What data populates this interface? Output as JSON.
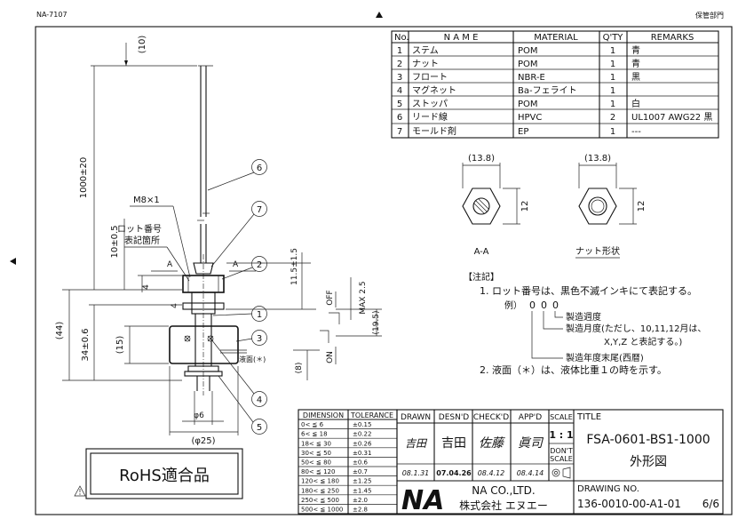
{
  "corner": {
    "top_left": "NA-7107",
    "top_right": "保管部門"
  },
  "parts_table": {
    "headers": [
      "No.",
      "N A M E",
      "MATERIAL",
      "Q'TY",
      "REMARKS"
    ],
    "rows": [
      [
        "1",
        "ステム",
        "POM",
        "1",
        "青"
      ],
      [
        "2",
        "ナット",
        "POM",
        "1",
        "青"
      ],
      [
        "3",
        "フロート",
        "NBR-E",
        "1",
        "黒"
      ],
      [
        "4",
        "マグネット",
        "Ba-フェライト",
        "1",
        ""
      ],
      [
        "5",
        "ストッパ",
        "POM",
        "1",
        "白"
      ],
      [
        "6",
        "リード線",
        "HPVC",
        "2",
        "UL1007 AWG22 黒"
      ],
      [
        "7",
        "モールド剤",
        "EP",
        "1",
        "---"
      ]
    ]
  },
  "views": {
    "aa_label": "A-A",
    "nut_label": "ナット形状",
    "width_dim": "(13.8)",
    "height_dim": "12"
  },
  "notes": {
    "header": "【注記】",
    "n1": "1.  ロット番号は、黒色不滅インキにて表記する。",
    "example": "例）",
    "digits": [
      "0",
      "0",
      "0"
    ],
    "l1": "製造週度",
    "l2": "製造月度(ただし、10,11,12月は、",
    "l3": "X,Y,Z と表記する。)",
    "l4": "製造年度末尾(西暦)",
    "n2": "2.  液面（＊）は、液体比重１の時を示す。"
  },
  "main_view": {
    "d_10": "(10)",
    "d_1000": "1000±20",
    "d_10_5": "10±0.5",
    "d_44": "(44)",
    "d_34": "34±0.6",
    "d_15": "(15)",
    "d_4a": "4",
    "d_4b": "4",
    "d_11_5": "11.5±1.5",
    "d_max": "MAX 2.5",
    "d_19_5": "(19.5)",
    "d_8": "(8)",
    "d_phi6": "φ6",
    "d_phi25": "(φ25)",
    "thread": "M8×1",
    "lot_l1": "ロット番号",
    "lot_l2": "表記箇所",
    "sec_a": "A",
    "off": "OFF",
    "on": "ON",
    "liquid": "液面(＊)",
    "callouts": [
      "1",
      "2",
      "3",
      "4",
      "5",
      "6",
      "7"
    ]
  },
  "tolerance_table": {
    "headers": [
      "DIMENSION",
      "TOLERANCE"
    ],
    "rows": [
      [
        "0< ≦ 6",
        "±0.15"
      ],
      [
        "6< ≦ 18",
        "±0.22"
      ],
      [
        "18< ≦ 30",
        "±0.26"
      ],
      [
        "30< ≦ 50",
        "±0.31"
      ],
      [
        "50< ≦ 80",
        "±0.6"
      ],
      [
        "80< ≦ 120",
        "±0.7"
      ],
      [
        "120< ≦ 180",
        "±1.25"
      ],
      [
        "180< ≦ 250",
        "±1.45"
      ],
      [
        "250< ≦ 500",
        "±2.0"
      ],
      [
        "500< ≦ 1000",
        "±2.8"
      ]
    ]
  },
  "title_block": {
    "drawn": "DRAWN",
    "desnd": "DESN'D",
    "checkd": "CHECK'D",
    "appd": "APP'D",
    "scale": "SCALE",
    "title_label": "TITLE",
    "drawn_name": "吉田",
    "desnd_name": "吉田",
    "checkd_name": "佐藤",
    "appd_name": "眞司",
    "scale_value": "1 : 1",
    "dont_scale": [
      "DON'T",
      "SCALE"
    ],
    "drawn_date": "08.1.31",
    "desnd_date": "07.04.26",
    "checkd_date": "08.4.12",
    "appd_date": "08.4.14",
    "title_main": "FSA-0601-BS1-1000",
    "title_sub": "外形図",
    "company_en": "NA CO.,LTD.",
    "company_jp": "株式会社  エヌエー",
    "drawing_no_label": "DRAWING NO.",
    "drawing_no": "136-0010-00-A1-01",
    "sheet": "6/6",
    "logo": "NA"
  },
  "rohs": "RoHS適合品"
}
